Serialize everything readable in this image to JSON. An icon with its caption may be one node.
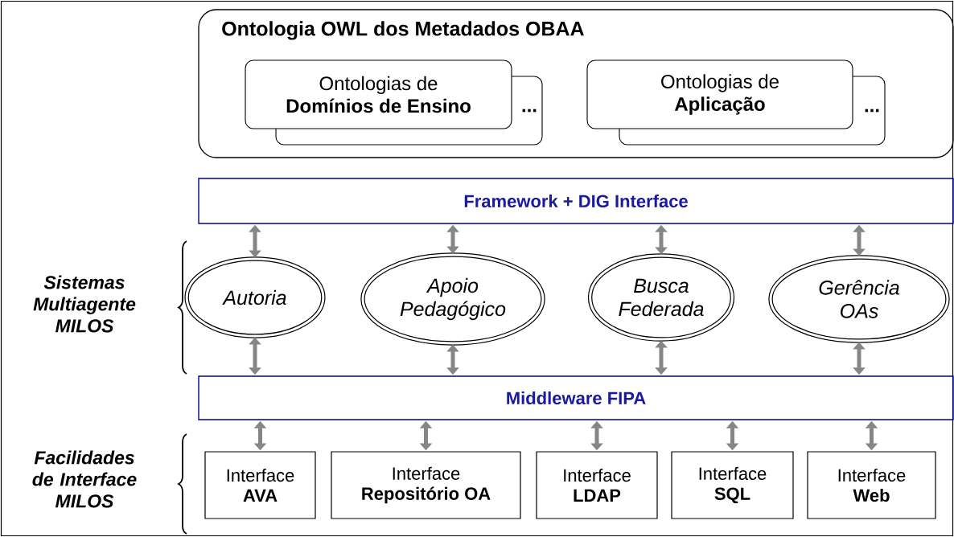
{
  "diagram": {
    "nodes": [
      {
        "text": [
          "Ontologia OWL dos Metadados OBAA"
        ]
      },
      {
        "text": [
          "Ontologias de",
          "Domínios de Ensino"
        ],
        "in": 0
      },
      {
        "text": [
          "..."
        ],
        "in": 0
      },
      {
        "text": [
          "Ontologias de",
          "Aplicação"
        ],
        "in": 0
      },
      {
        "text": [
          "..."
        ],
        "in": 0
      },
      {
        "text": [
          "Framework + DIG Interface"
        ]
      },
      {
        "text": [
          "Autoria"
        ]
      },
      {
        "text": [
          "Apoio Pedagógico"
        ]
      },
      {
        "text": [
          "Busca Federada"
        ]
      },
      {
        "text": [
          "Gerência OAs"
        ]
      },
      {
        "text": [
          "Middleware FIPA"
        ]
      },
      {
        "text": [
          "Interface",
          "AVA"
        ]
      },
      {
        "text": [
          "Interface",
          "Repositório OA"
        ]
      },
      {
        "text": [
          "Interface",
          "LDAP"
        ]
      },
      {
        "text": [
          "Interface",
          "SQL"
        ]
      },
      {
        "text": [
          "Interface",
          "Web"
        ]
      }
    ],
    "edges": [
      {
        "from": 5,
        "to": 6,
        "arrow": "both"
      },
      {
        "from": 5,
        "to": 7,
        "arrow": "both"
      },
      {
        "from": 5,
        "to": 8,
        "arrow": "both"
      },
      {
        "from": 5,
        "to": 9,
        "arrow": "both"
      },
      {
        "from": 6,
        "to": 10,
        "arrow": "both"
      },
      {
        "from": 7,
        "to": 10,
        "arrow": "both"
      },
      {
        "from": 8,
        "to": 10,
        "arrow": "both"
      },
      {
        "from": 9,
        "to": 10,
        "arrow": "both"
      },
      {
        "from": 10,
        "to": 11,
        "arrow": "both"
      },
      {
        "from": 10,
        "to": 12,
        "arrow": "both"
      },
      {
        "from": 10,
        "to": 13,
        "arrow": "both"
      },
      {
        "from": 10,
        "to": 14,
        "arrow": "both"
      },
      {
        "from": 10,
        "to": 15,
        "arrow": "both"
      }
    ],
    "labels": [
      "Sistemas Multiagente MILOS",
      "Facilidades de Interface MILOS"
    ]
  }
}
